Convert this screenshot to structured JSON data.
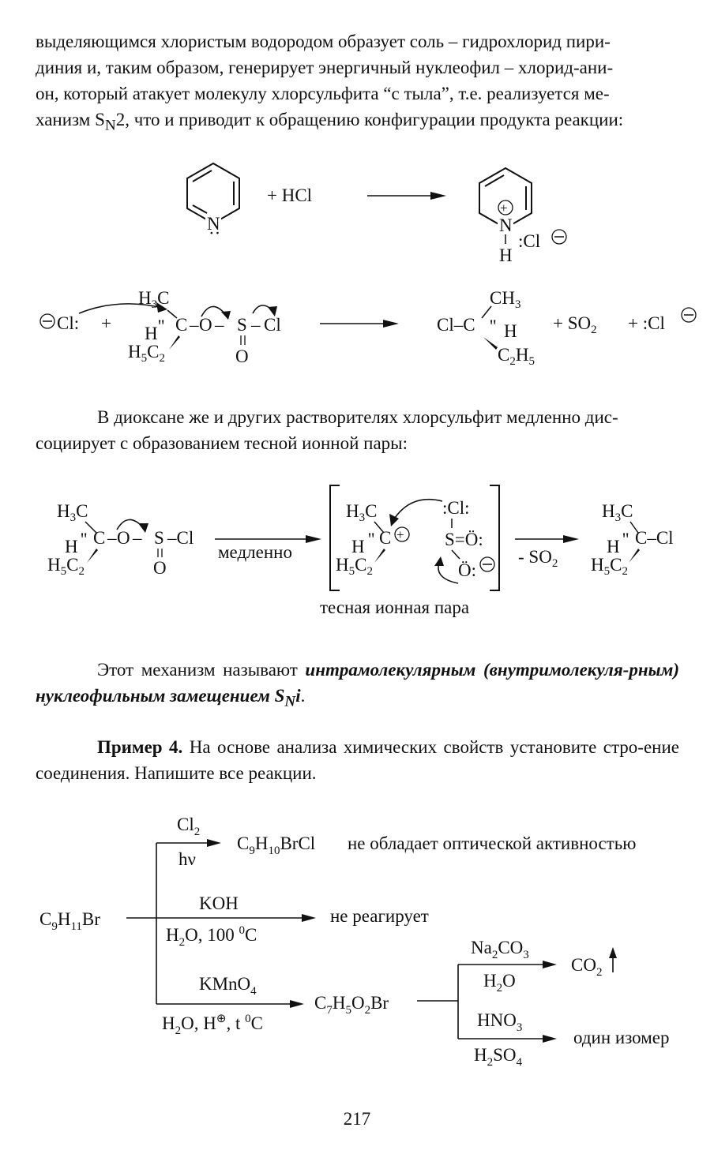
{
  "para1": {
    "lines": [
      "выделяющимся хлористым водородом образует соль – гидрохлорид пири-",
      "диния и, таким образом, генерирует энергичный нуклеофил – хлорид-ани-",
      "он, который атакует молекулу хлорсульфита “с тыла”, т.е. реализуется ме-"
    ],
    "last_before": "ханизм S",
    "last_sub": "N",
    "last_after": "2, что и приводит к обращению конфигурации продукта реакции:"
  },
  "eq1": {
    "plus_hcl": "+ HCl",
    "n": "N",
    "h": "H",
    "cl": ":Cl"
  },
  "eq2": {
    "cl_left": "Cl:",
    "plus": "+",
    "h3c": "H",
    "c": "C",
    "o": "O",
    "s": "S",
    "cl": "Cl",
    "o_bottom": "O",
    "h": "H",
    "h5c2": "H",
    "ch3": "CH",
    "cl_prod": "Cl–C",
    "c2h5": "C",
    "plus_so2": "+  SO",
    "plus_cl": "+  :Cl"
  },
  "para2": {
    "line1": "В диоксане же и других растворителях хлорсульфит медленно дис-",
    "line2": "социирует с образованием тесной ионной пары:"
  },
  "eq3": {
    "slowly": "медленно",
    "minus_so2": "- SO",
    "ion_pair_label": "тесная ионная пара",
    "cl_top": ":Cl:",
    "s_eq_o": "S=Ö:",
    "o_minus": "Ö:",
    "c_minus_cl": "C–Cl"
  },
  "para3": {
    "before": "Этот механизм называют ",
    "term": "интрамолекулярным (внутримолекуля-рным) нуклеофильным замещением S",
    "term_sub": "N",
    "term_end": "i",
    "end": "."
  },
  "para4": {
    "label": "Пример 4.",
    "text": " На основе анализа химических свойств установите стро-ение соединения. Напишите все реакции."
  },
  "scheme": {
    "start": "C",
    "cl2": "Cl",
    "hv": "hν",
    "prod1": "C",
    "prod1_note": "не обладает оптической активностью",
    "koh": "KOH",
    "h2o_100": "H",
    "no_reaction": "не реагирует",
    "kmno4": "KMnO",
    "h2o_h_t": "H",
    "prod3": "C",
    "na2co3": "Na",
    "h2o": "H",
    "co2": "CO",
    "hno3": "HNO",
    "h2so4": "H",
    "one_isomer": "один изомер"
  },
  "page_number": "217"
}
